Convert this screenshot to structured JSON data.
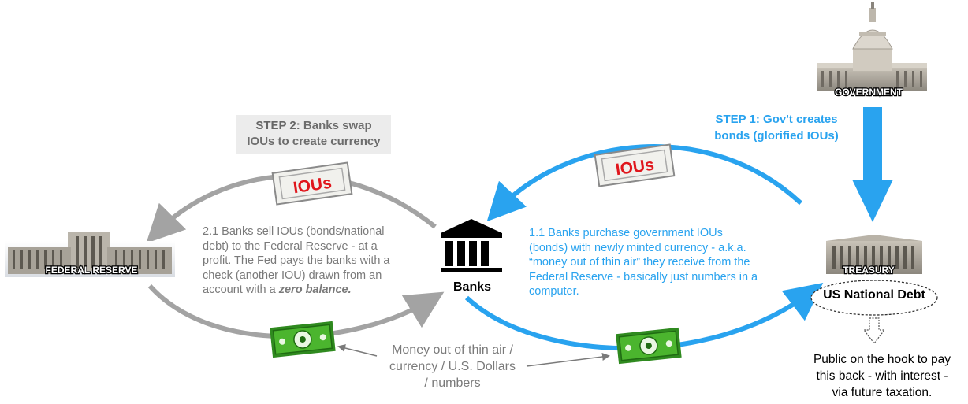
{
  "entities": {
    "federal_reserve": "FEDERAL RESERVE",
    "government": "GOVERNMENT",
    "treasury": "TREASURY",
    "banks": "Banks",
    "national_debt": "US National Debt"
  },
  "steps": {
    "step2_prefix": "STEP 2:",
    "step2_rest": " Banks swap",
    "step2_line2": "IOUs to create currency",
    "step1_prefix": "STEP 1:",
    "step1_rest": " Gov't creates",
    "step1_line2": "bonds (glorified IOUs)"
  },
  "notes": {
    "fed_line1": "2.1 Banks sell IOUs (bonds/national",
    "fed_line2": "debt) to the Federal Reserve - at a",
    "fed_line3": "profit. The Fed pays the banks with a",
    "fed_line4": "check (another IOU) drawn from an",
    "fed_line5_prefix": "account with a ",
    "fed_line5_emph": "zero balance.",
    "banks_line1": "1.1 Banks purchase government IOUs",
    "banks_line2": "(bonds) with newly minted currency - a.k.a.",
    "banks_line3": "“money out of thin air” they receive from the",
    "banks_line4": "Federal Reserve - basically just numbers in a",
    "banks_line5": "computer."
  },
  "money_label": {
    "line1": "Money out of thin air /",
    "line2": "currency / U.S. Dollars",
    "line3": "/ numbers"
  },
  "public_note": {
    "line1": "Public on the hook to pay",
    "line2": "this back - with interest -",
    "line3": "via future taxation."
  },
  "tokens": {
    "iou": "IOUs"
  },
  "colors": {
    "gray_flow": "#a3a3a3",
    "blue_flow": "#29a3ef",
    "iou_red": "#e0161c",
    "money_green": "#3fa326"
  }
}
